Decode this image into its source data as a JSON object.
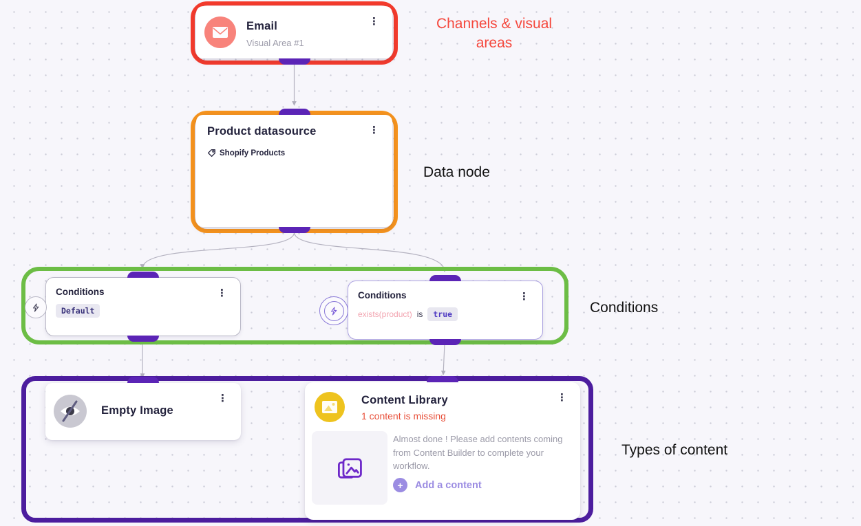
{
  "canvas": {
    "background": "#f7f6fb",
    "dot_color": "#ccccd8"
  },
  "colors": {
    "channels_annotation": "#f53b2c",
    "data_annotation": "#f7941d",
    "conditions_annotation": "#6cbd45",
    "content_annotation": "#4c1d9e",
    "port_purple": "#5b24b6",
    "warning_red": "#e8503a",
    "action_purple": "#9b8ce2",
    "email_icon_pink": "#f8837b",
    "library_icon_yellow": "#eec31e"
  },
  "annotations": {
    "channels": {
      "label": "Channels & visual areas"
    },
    "data_node": {
      "label": "Data node"
    },
    "conditions": {
      "label": "Conditions"
    },
    "types_of_content": {
      "label": "Types of content"
    }
  },
  "nodes": {
    "email": {
      "title": "Email",
      "subtitle": "Visual Area #1"
    },
    "product_datasource": {
      "title": "Product datasource",
      "source": "Shopify Products"
    },
    "condition_default": {
      "title": "Conditions",
      "badge": "Default"
    },
    "condition_exists": {
      "title": "Conditions",
      "expression": "exists(product)",
      "operator": "is",
      "value": "true"
    },
    "empty_image": {
      "title": "Empty Image"
    },
    "content_library": {
      "title": "Content Library",
      "warning": "1 content is missing",
      "message": "Almost done ! Please add contents coming from Content Builder to complete your workflow.",
      "action_label": "Add a content"
    }
  },
  "icons": {
    "kebab": "⋮",
    "plus": "+"
  }
}
